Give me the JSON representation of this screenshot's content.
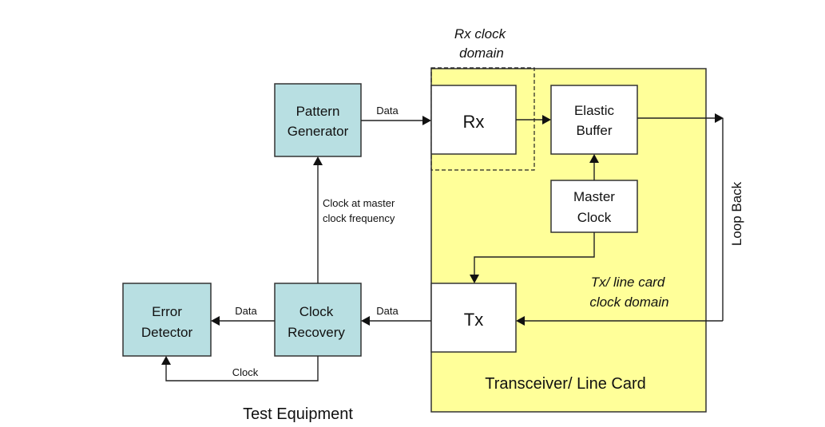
{
  "diagram": {
    "regions": {
      "transceiver": "Transceiver/ Line Card",
      "test_equipment": "Test Equipment",
      "rx_domain": [
        "Rx clock",
        "domain"
      ],
      "tx_domain": [
        "Tx/ line card",
        "clock domain"
      ]
    },
    "blocks": {
      "pattern_generator": [
        "Pattern",
        "Generator"
      ],
      "rx": "Rx",
      "elastic_buffer": [
        "Elastic",
        "Buffer"
      ],
      "master_clock": [
        "Master",
        "Clock"
      ],
      "tx": "Tx",
      "clock_recovery": [
        "Clock",
        "Recovery"
      ],
      "error_detector": [
        "Error",
        "Detector"
      ]
    },
    "labels": {
      "data_pg_rx": "Data",
      "clock_master": [
        "Clock at master",
        "clock frequency"
      ],
      "data_tx_cr": "Data",
      "data_cr_ed": "Data",
      "clock_cr_ed": "Clock",
      "loop_back": "Loop Back"
    },
    "colors": {
      "test_equipment_block": "#b8dfe2",
      "transceiver_region": "#ffff99",
      "inner_block": "#ffffff"
    }
  }
}
